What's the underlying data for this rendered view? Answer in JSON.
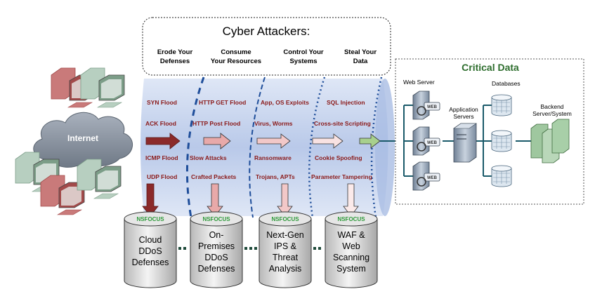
{
  "header": {
    "title": "Cyber Attackers:",
    "columns": [
      {
        "line1": "Erode Your",
        "line2": "Defenses"
      },
      {
        "line1": "Consume",
        "line2": "Your Resources"
      },
      {
        "line1": "Control Your",
        "line2": "Systems"
      },
      {
        "line1": "Steal Your",
        "line2": "Data"
      }
    ]
  },
  "internet_label": "Internet",
  "attacks": {
    "col1": [
      "SYN Flood",
      "ACK Flood",
      "ICMP Flood",
      "UDP Flood"
    ],
    "col2": [
      "HTTP GET Flood",
      "HTTP Post Flood",
      "Slow Attacks",
      "Crafted Packets"
    ],
    "col3": [
      "App, OS Exploits",
      "Virus, Worms",
      "Ransomware",
      "Trojans, APTs"
    ],
    "col4": [
      "SQL Injection",
      "Cross-site Scripting",
      "Cookie Spoofing",
      "Parameter Tampering"
    ]
  },
  "defenses": [
    {
      "brand": "NSFOCUS",
      "lines": [
        "Cloud",
        "DDoS",
        "Defenses"
      ]
    },
    {
      "brand": "NSFOCUS",
      "lines": [
        "On-",
        "Premises",
        "DDoS",
        "Defenses"
      ]
    },
    {
      "brand": "NSFOCUS",
      "lines": [
        "Next-Gen",
        "IPS &",
        "Threat",
        "Analysis"
      ]
    },
    {
      "brand": "NSFOCUS",
      "lines": [
        "WAF &",
        "Web",
        "Scanning",
        "System"
      ]
    }
  ],
  "critical_data": {
    "title": "Critical Data",
    "web_server": "Web Server",
    "app_servers_line1": "Application",
    "app_servers_line2": "Servers",
    "databases": "Databases",
    "backend_line1": "Backend",
    "backend_line2": "Server/System",
    "web_badge": "WEB"
  },
  "colors": {
    "band": "#c9d6ee",
    "red_arrow": "#8b2a2a",
    "pink_arrow": "#e8a9a9",
    "green_arrow": "#a8d08d",
    "divider": "#1f4e9a",
    "cd_title": "#2e6e2e",
    "nsfocus_green": "#2e9a3a"
  }
}
